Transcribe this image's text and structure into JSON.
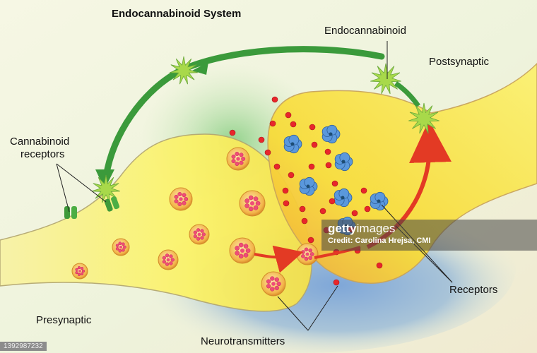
{
  "diagram": {
    "title": "Endocannabinoid System",
    "labels": {
      "endocannabinoid": "Endocannabinoid",
      "postsynaptic": "Postsynaptic",
      "cannabinoid_receptors_line1": "Cannabinoid",
      "cannabinoid_receptors_line2": "receptors",
      "presynaptic": "Presynaptic",
      "neurotransmitters": "Neurotransmitters",
      "receptors": "Receptors"
    },
    "colors": {
      "neuron_fill": "#f7ee5a",
      "membrane_green": "#3a9a3a",
      "endocannabinoid_star": "#a8d94a",
      "signal_arrow_red": "#e33a24",
      "neurotransmitter_red": "#e8262b",
      "receptor_blue": "#4f8fd6",
      "vesicle_orange": "#f0a93a",
      "background_light": "#f4f6dc"
    }
  },
  "watermark": {
    "brand_bold": "getty",
    "brand_light": "images",
    "credit": "Credit: Carolina Hrejsa, CMI",
    "image_id": "1392987232"
  }
}
